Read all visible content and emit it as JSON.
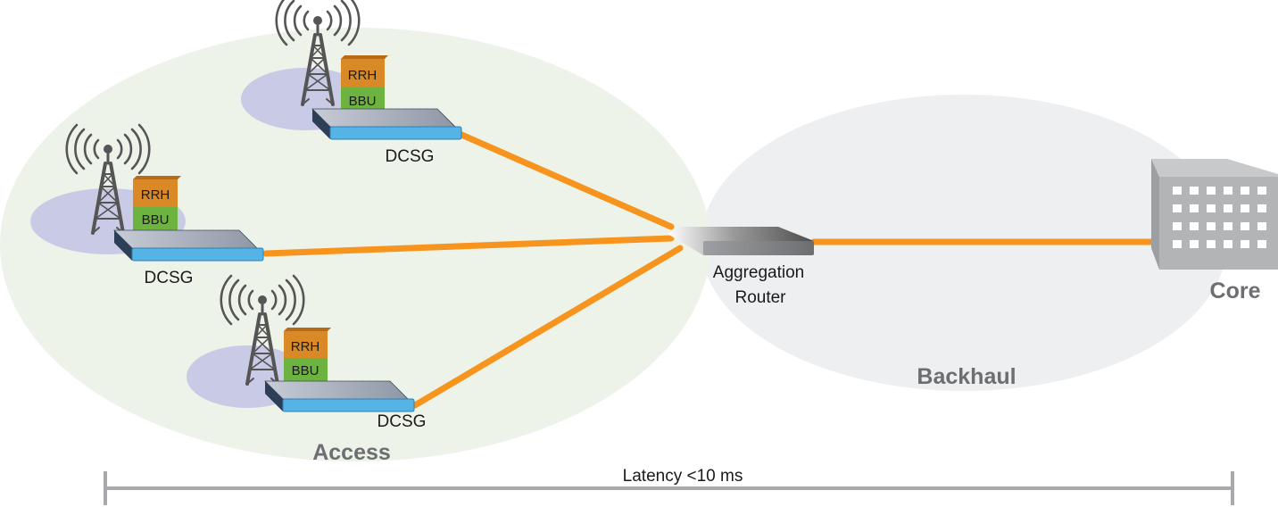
{
  "regions": {
    "access": "Access",
    "backhaul": "Backhaul",
    "core": "Core"
  },
  "cell_sites": [
    {
      "rrh": "RRH",
      "bbu": "BBU",
      "switch": "DCSG"
    },
    {
      "rrh": "RRH",
      "bbu": "BBU",
      "switch": "DCSG"
    },
    {
      "rrh": "RRH",
      "bbu": "BBU",
      "switch": "DCSG"
    }
  ],
  "aggregation_router": {
    "line1": "Aggregation",
    "line2": "Router"
  },
  "latency": "Latency <10 ms",
  "colors": {
    "access_region": "#edf3e8",
    "backhaul_region": "#eeeff1",
    "coverage": "#c9cbe6",
    "link": "#f7941d",
    "rrh": "#d98a26",
    "bbu": "#6cb33f",
    "dcsg": "#55b3e6",
    "tower": "#555555",
    "core_building": "#b3b4b6",
    "latency_bar": "#a7a9ac"
  }
}
